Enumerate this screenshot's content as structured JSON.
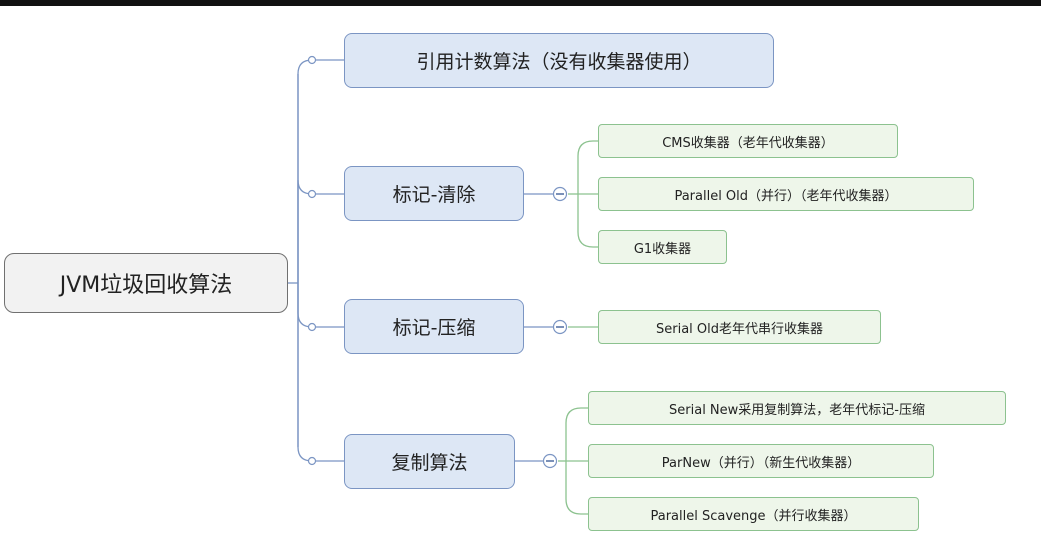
{
  "mindmap": {
    "root": {
      "label": "JVM垃圾回收算法"
    },
    "branches": [
      {
        "label": "引用计数算法（没有收集器使用）",
        "children": []
      },
      {
        "label": "标记-清除",
        "children": [
          {
            "label": "CMS收集器（老年代收集器）"
          },
          {
            "label": "Parallel Old（并行）（老年代收集器）"
          },
          {
            "label": "G1收集器"
          }
        ]
      },
      {
        "label": "标记-压缩",
        "children": [
          {
            "label": "Serial Old老年代串行收集器"
          }
        ]
      },
      {
        "label": "复制算法",
        "children": [
          {
            "label": "Serial New采用复制算法，老年代标记-压缩"
          },
          {
            "label": "ParNew（并行）（新生代收集器）"
          },
          {
            "label": "Parallel Scavenge（并行收集器）"
          }
        ]
      }
    ]
  },
  "colors": {
    "branch_fill": "#dde7f5",
    "branch_border": "#7b95c3",
    "leaf_fill": "#eef6ea",
    "leaf_border": "#8cc28f",
    "root_fill": "#f2f2f2"
  }
}
